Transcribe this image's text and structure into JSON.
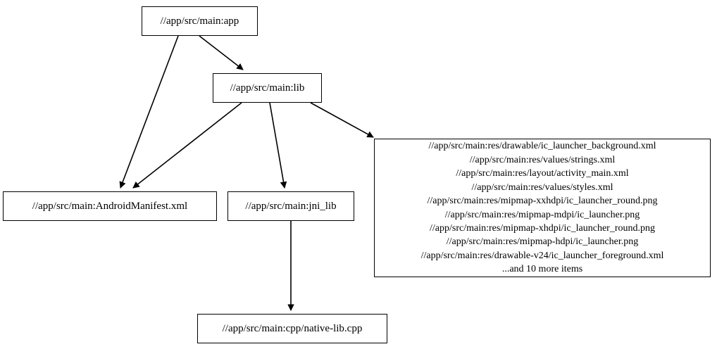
{
  "graph": {
    "type": "directed-dependency-graph",
    "background_color": "#ffffff",
    "node_border_color": "#000000",
    "edge_color": "#000000",
    "text_color": "#000000",
    "nodes": [
      {
        "id": "app",
        "label": "//app/src/main:app"
      },
      {
        "id": "lib",
        "label": "//app/src/main:lib"
      },
      {
        "id": "manifest",
        "label": "//app/src/main:AndroidManifest.xml"
      },
      {
        "id": "jni",
        "label": "//app/src/main:jni_lib"
      },
      {
        "id": "native",
        "label": "//app/src/main:cpp/native-lib.cpp"
      },
      {
        "id": "resources",
        "lines": [
          "//app/src/main:res/drawable/ic_launcher_background.xml",
          "//app/src/main:res/values/strings.xml",
          "//app/src/main:res/layout/activity_main.xml",
          "//app/src/main:res/values/styles.xml",
          "//app/src/main:res/mipmap-xxhdpi/ic_launcher_round.png",
          "//app/src/main:res/mipmap-mdpi/ic_launcher.png",
          "//app/src/main:res/mipmap-xhdpi/ic_launcher_round.png",
          "//app/src/main:res/mipmap-hdpi/ic_launcher.png",
          "//app/src/main:res/drawable-v24/ic_launcher_foreground.xml",
          "...and 10 more items"
        ],
        "label": "//app/src/main:res/drawable/ic_launcher_background.xml\n//app/src/main:res/values/strings.xml\n//app/src/main:res/layout/activity_main.xml\n//app/src/main:res/values/styles.xml\n//app/src/main:res/mipmap-xxhdpi/ic_launcher_round.png\n//app/src/main:res/mipmap-mdpi/ic_launcher.png\n//app/src/main:res/mipmap-xhdpi/ic_launcher_round.png\n//app/src/main:res/mipmap-hdpi/ic_launcher.png\n//app/src/main:res/drawable-v24/ic_launcher_foreground.xml\n...and 10 more items"
      }
    ],
    "edges": [
      {
        "id": "app-lib",
        "from": "app",
        "to": "lib"
      },
      {
        "id": "app-manifest",
        "from": "app",
        "to": "manifest"
      },
      {
        "id": "lib-manifest",
        "from": "lib",
        "to": "manifest"
      },
      {
        "id": "lib-jni",
        "from": "lib",
        "to": "jni"
      },
      {
        "id": "lib-resources",
        "from": "lib",
        "to": "resources"
      },
      {
        "id": "jni-native",
        "from": "jni",
        "to": "native"
      }
    ]
  }
}
